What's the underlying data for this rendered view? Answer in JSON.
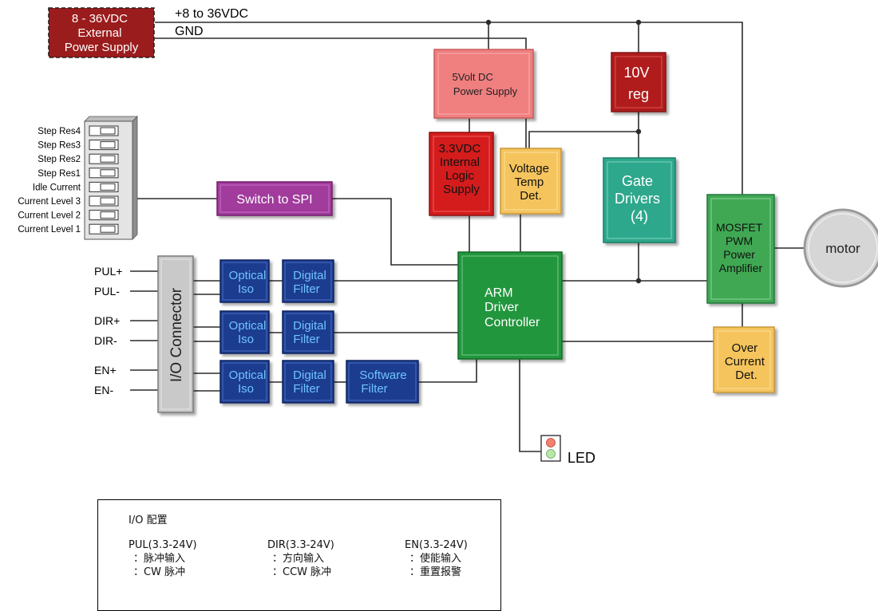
{
  "power": {
    "supply": [
      "8 - 36VDC",
      "External",
      "Power Supply"
    ],
    "vplus": "+8 to 36VDC",
    "gnd": "GND"
  },
  "switches": {
    "labels": [
      "Step Res4",
      "Step Res3",
      "Step Res2",
      "Step Res1",
      "Idle Current",
      "Current Level 3",
      "Current Level 2",
      "Current Level 1"
    ]
  },
  "blocks": {
    "switch_spi": [
      "Switch to SPI"
    ],
    "ps5v": [
      "5Volt DC",
      "Power Supply"
    ],
    "reg10v": [
      "10V",
      "reg"
    ],
    "logic33": [
      "3.3VDC",
      "Internal",
      "Logic",
      "Supply"
    ],
    "vtemp": [
      "Voltage",
      "Temp",
      "Det."
    ],
    "gate": [
      "Gate",
      "Drivers",
      "(4)"
    ],
    "mosfet": [
      "MOSFET",
      "PWM",
      "Power",
      "Amplifier"
    ],
    "motor": [
      "motor"
    ],
    "arm": [
      "ARM",
      "Driver",
      "Controller"
    ],
    "overcurrent": [
      "Over",
      "Current",
      "Det."
    ],
    "io_connector": "I/O Connector",
    "optical": [
      "Optical",
      "Iso"
    ],
    "digital": [
      "Digital",
      "Filter"
    ],
    "software": [
      "Software",
      "Filter"
    ],
    "led": "LED"
  },
  "io_pins": [
    "PUL+",
    "PUL-",
    "DIR+",
    "DIR-",
    "EN+",
    "EN-"
  ],
  "legend": {
    "title": "I/O 配置",
    "columns": [
      [
        "PUL(3.3-24V)",
        "：脉冲输入",
        "：CW 脉冲"
      ],
      [
        "DIR(3.3-24V)",
        "：方向输入",
        "：CCW 脉冲"
      ],
      [
        "EN(3.3-24V)",
        "：使能输入",
        "：重置报警"
      ]
    ]
  },
  "colors": {
    "power_supply": "#9b1c1c",
    "ps5v": "#f07f7f",
    "reg10v": "#b01e1e",
    "logic33": "#d41f1f",
    "vtemp": "#f5c45d",
    "gate": "#2fa88c",
    "mosfet": "#3fa853",
    "arm": "#23963c",
    "overcurrent": "#f5c45d",
    "switch_spi": "#a13a9c",
    "optical": "#1f3e8f",
    "digital": "#1f3e8f",
    "software": "#1f3e8f",
    "io_connector": "#c9c9c9",
    "motor": "#d6d6d6",
    "io_text": "#6fc3ff"
  }
}
